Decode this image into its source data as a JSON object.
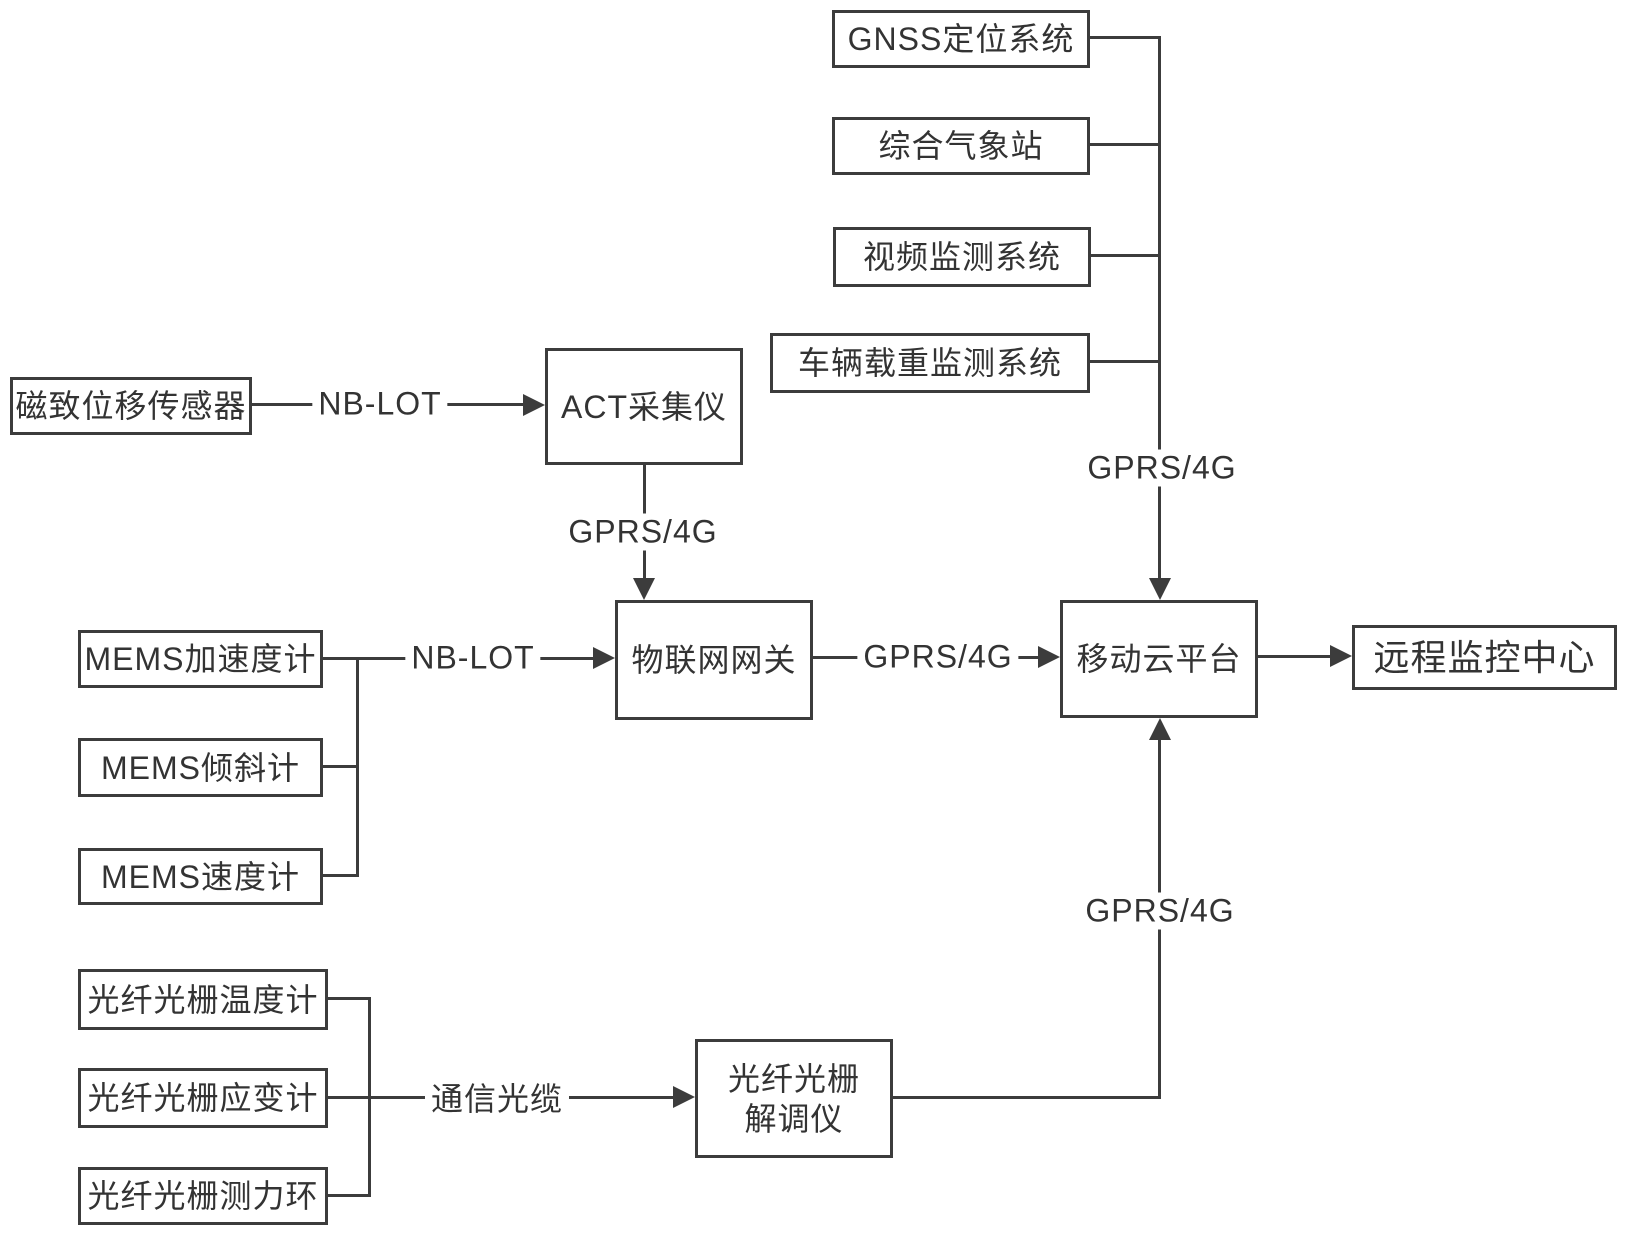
{
  "diagram": {
    "nodes": {
      "gnss": {
        "label": "GNSS定位系统"
      },
      "weather": {
        "label": "综合气象站"
      },
      "video": {
        "label": "视频监测系统"
      },
      "vehicle": {
        "label": "车辆载重监测系统"
      },
      "magneto": {
        "label": "磁致位移传感器"
      },
      "act": {
        "label": "ACT采集仪"
      },
      "gateway": {
        "label": "物联网网关"
      },
      "cloud": {
        "label": "移动云平台"
      },
      "monitor": {
        "label": "远程监控中心"
      },
      "mems_accel": {
        "label": "MEMS加速度计"
      },
      "mems_tilt": {
        "label": "MEMS倾斜计"
      },
      "mems_speed": {
        "label": "MEMS速度计"
      },
      "fbg_temp": {
        "label": "光纤光栅温度计"
      },
      "fbg_strain": {
        "label": "光纤光栅应变计"
      },
      "fbg_force": {
        "label": "光纤光栅测力环"
      },
      "fbg_demod": {
        "label": "光纤光栅解调仪"
      }
    },
    "edge_labels": {
      "nb_lot_magneto": "NB-LOT",
      "nb_lot_mems": "NB-LOT",
      "gprs_act_gateway": "GPRS/4G",
      "gprs_gateway_cloud": "GPRS/4G",
      "gprs_top_cloud": "GPRS/4G",
      "gprs_demod_cloud": "GPRS/4G",
      "fiber_cable": "通信光缆"
    },
    "colors": {
      "line": "#3c3c3c",
      "text": "#333333",
      "background": "#ffffff"
    }
  }
}
